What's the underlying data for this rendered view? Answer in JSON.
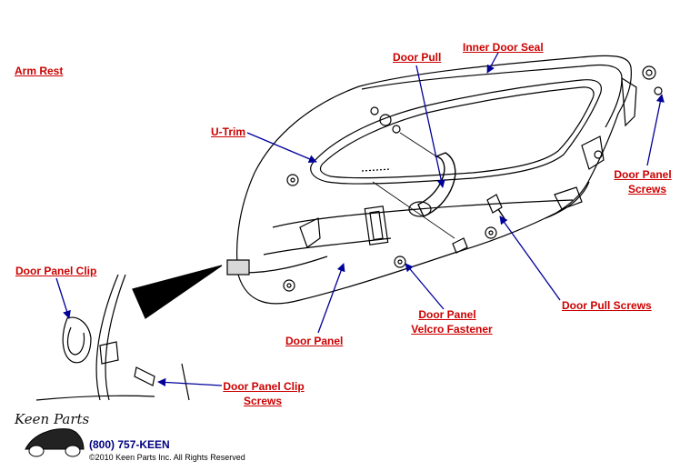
{
  "colors": {
    "label": "#cc0000",
    "arrow": "#000099",
    "line_art": "#000000",
    "phone": "#000080"
  },
  "labels": {
    "arm_rest": "Arm Rest",
    "door_pull": "Door Pull",
    "inner_door_seal": "Inner Door Seal",
    "u_trim": "U-Trim",
    "door_panel_screws_1": "Door Panel",
    "door_panel_screws_2": "Screws",
    "door_panel_clip": "Door Panel Clip",
    "door_pull_screws": "Door Pull Screws",
    "door_panel_velcro_1": "Door Panel",
    "door_panel_velcro_2": "Velcro Fastener",
    "door_panel": "Door Panel",
    "door_panel_clip_screws_1": "Door Panel Clip",
    "door_panel_clip_screws_2": "Screws"
  },
  "logo": {
    "script": "Keen Parts",
    "phone": "(800) 757-KEEN",
    "copyright": "©2010 Keen Parts Inc. All Rights Reserved"
  }
}
